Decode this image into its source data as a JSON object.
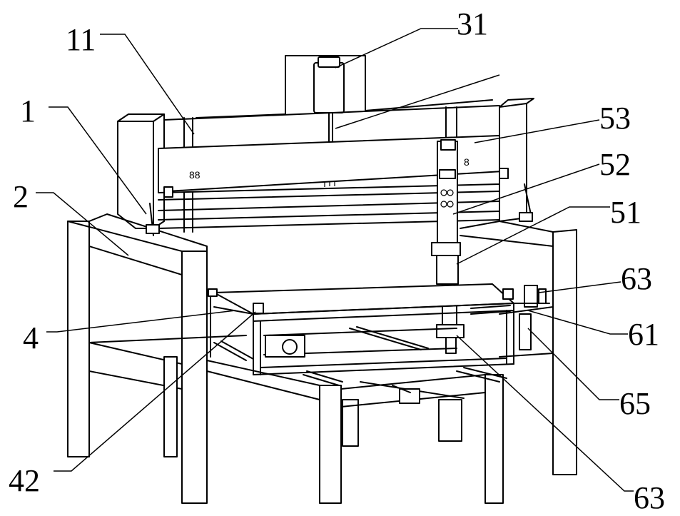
{
  "labels": [
    {
      "id": "label-11",
      "text": "11"
    },
    {
      "id": "label-31",
      "text": "31"
    },
    {
      "id": "label-1",
      "text": "1"
    },
    {
      "id": "label-53",
      "text": "53"
    },
    {
      "id": "label-52",
      "text": "52"
    },
    {
      "id": "label-2",
      "text": "2"
    },
    {
      "id": "label-51",
      "text": "51"
    },
    {
      "id": "label-63-top",
      "text": "63"
    },
    {
      "id": "label-4",
      "text": "4"
    },
    {
      "id": "label-61",
      "text": "61"
    },
    {
      "id": "label-65",
      "text": "65"
    },
    {
      "id": "label-42",
      "text": "42"
    },
    {
      "id": "label-63-bottom",
      "text": "63"
    }
  ],
  "marks": {
    "left_holes": "88",
    "right_holes": "8"
  }
}
